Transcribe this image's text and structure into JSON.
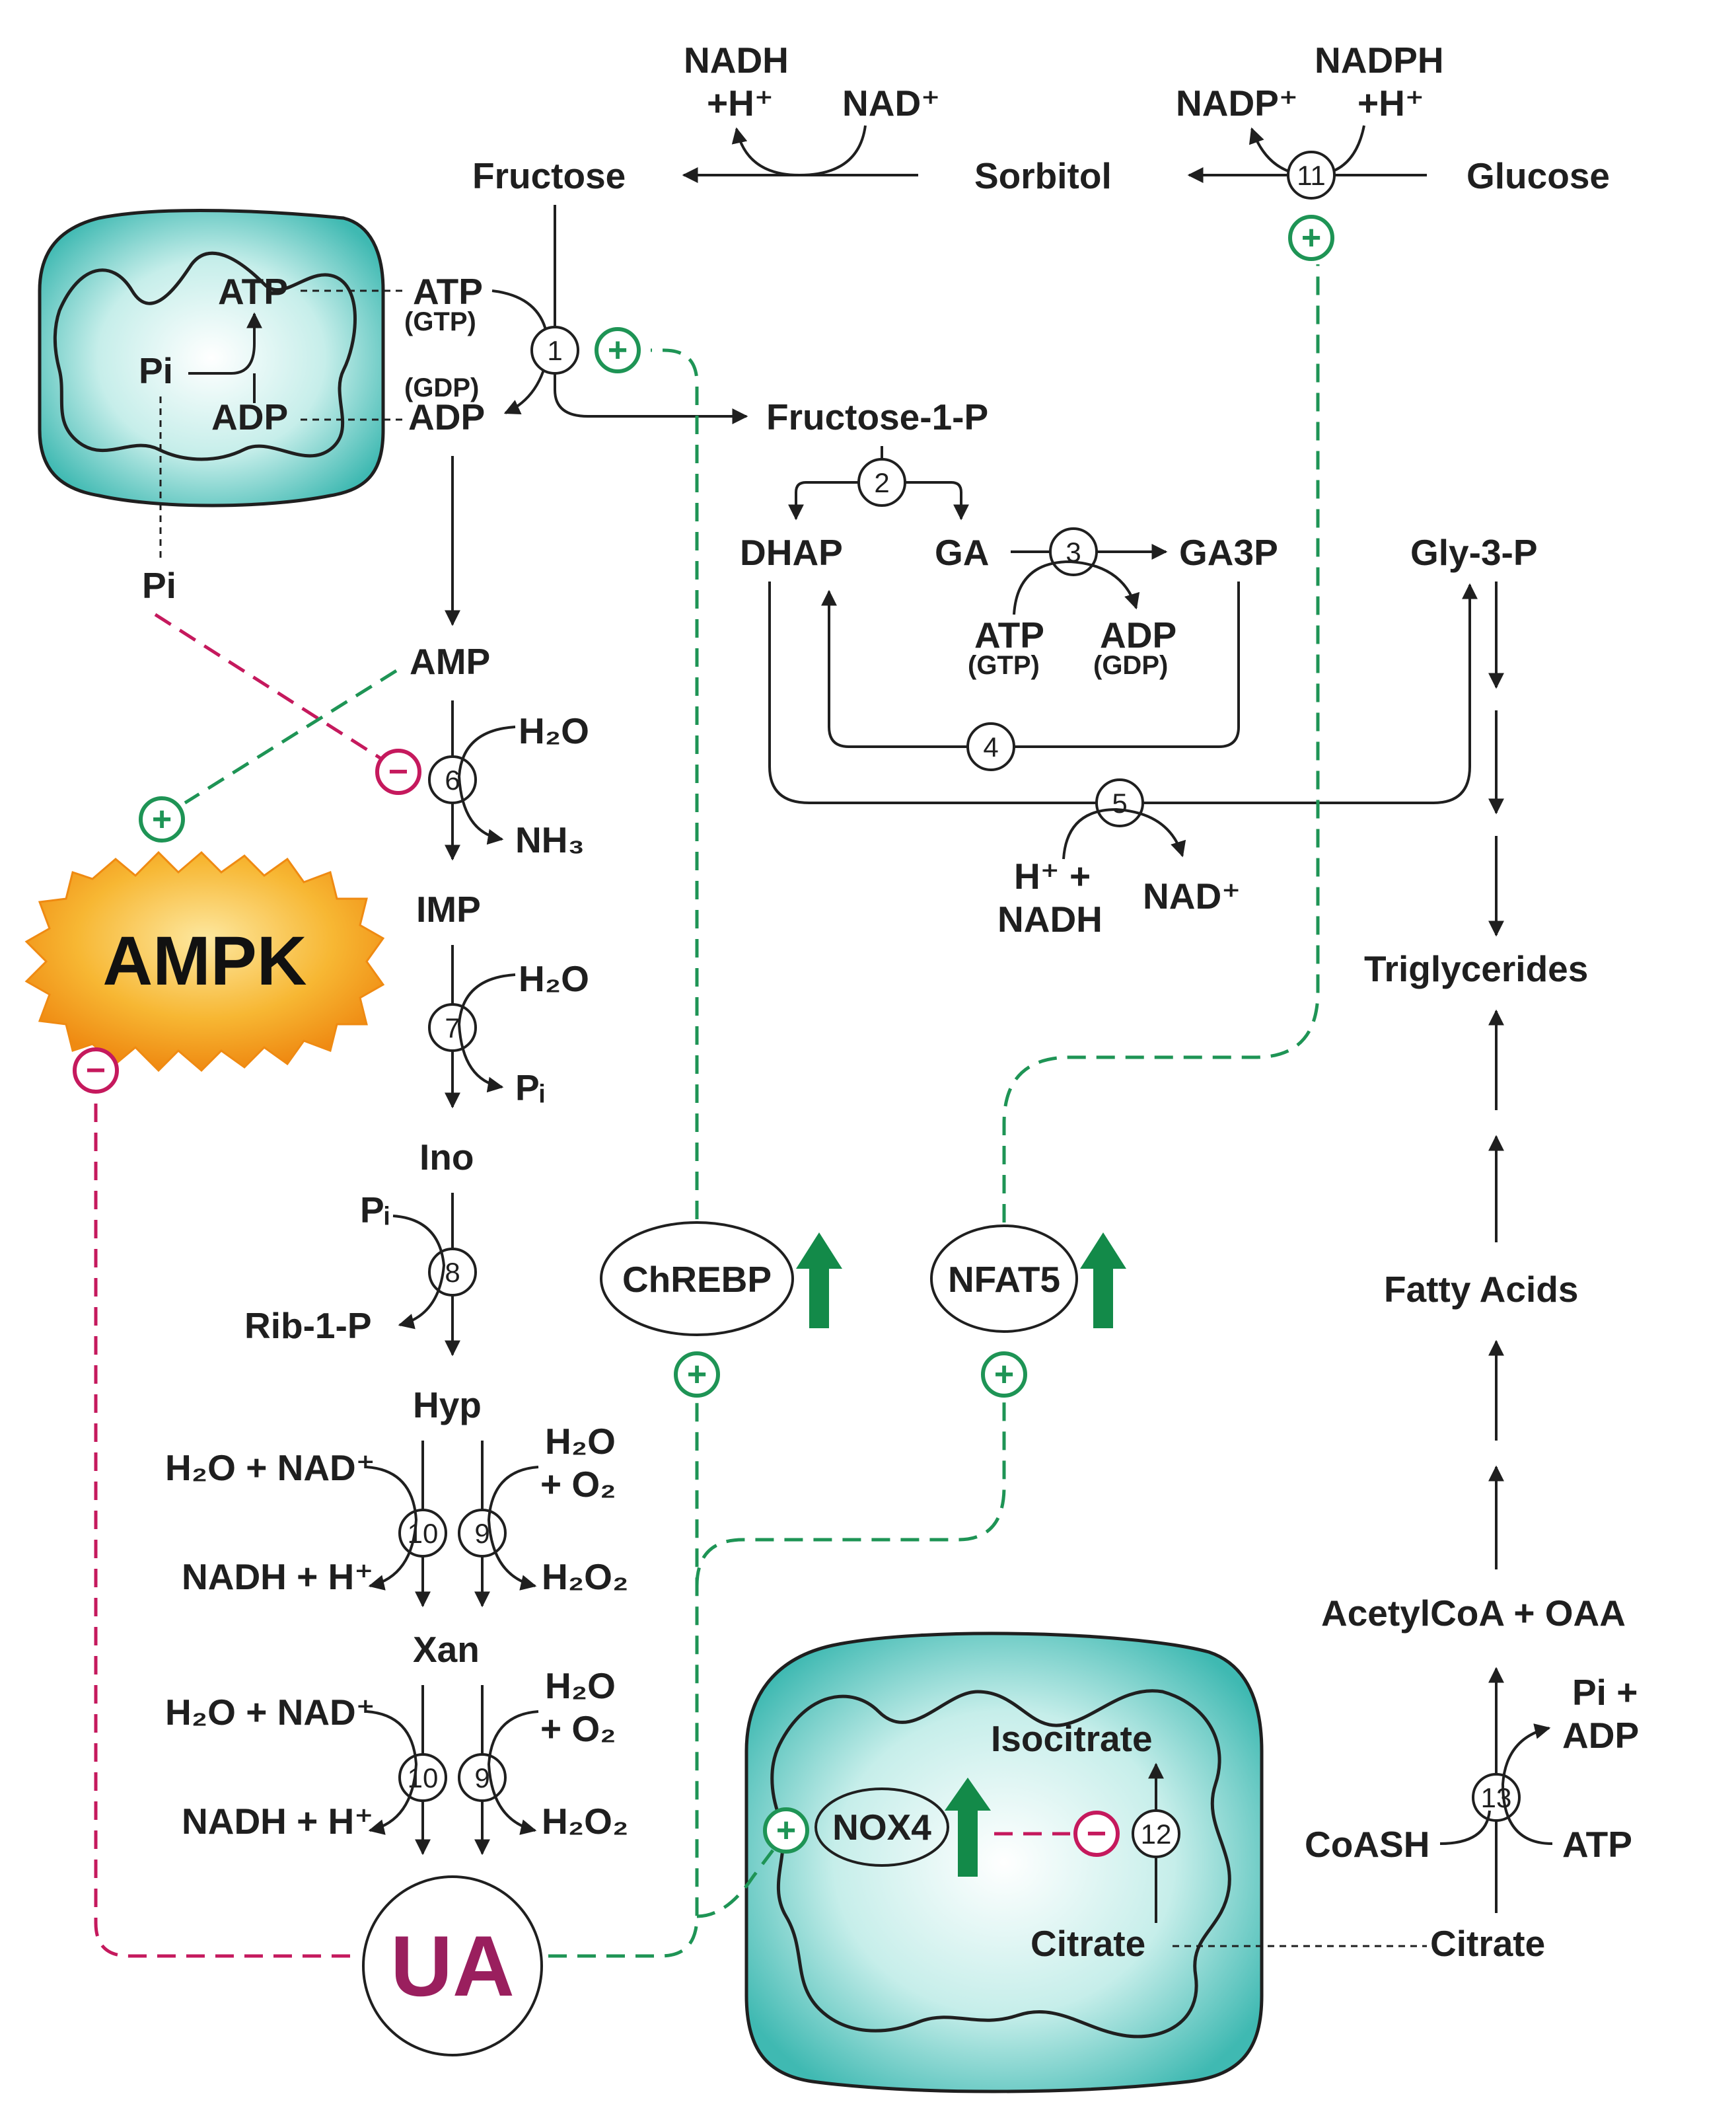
{
  "colors": {
    "activation": "#1e9455",
    "inhibition": "#c5195d",
    "mitochondria": "#3fb9b2",
    "ampk": "#f5a31c",
    "ua_text": "#9a1f5e",
    "up_arrow": "#138a49"
  },
  "metabolites": {
    "nadh_top": "NADH",
    "h_plus_top": "+H⁺",
    "nad_plus_top": "NAD⁺",
    "nadph_top": "NADPH",
    "nadp_plus_top": "NADP⁺",
    "h_plus_top2": "+H⁺",
    "fructose": "Fructose",
    "sorbitol": "Sorbitol",
    "glucose": "Glucose",
    "atp_mito": "ATP",
    "pi_mito": "Pi",
    "adp_mito": "ADP",
    "atp_1": "ATP",
    "gtp_1": "(GTP)",
    "gdp_1": "(GDP)",
    "adp_1": "ADP",
    "fructose_1_p": "Fructose-1-P",
    "dhap": "DHAP",
    "ga": "GA",
    "ga3p": "GA3P",
    "gly_3_p": "Gly-3-P",
    "atp_3": "ATP",
    "gtp_3": "(GTP)",
    "adp_3": "ADP",
    "gdp_3": "(GDP)",
    "pi_free": "Pi",
    "amp": "AMP",
    "h2o_6": "H₂O",
    "nh3": "NH₃",
    "imp": "IMP",
    "h2o_7": "H₂O",
    "pi_7": "Pᵢ",
    "ino": "Ino",
    "pi_8": "Pᵢ",
    "rib_1_p": "Rib-1-P",
    "hyp": "Hyp",
    "h2o_nad_1": "H₂O + NAD⁺",
    "h2o_9a": "H₂O",
    "o2_9a": "+ O₂",
    "nadh_h_1": "NADH + H⁺",
    "h2o2_1": "H₂O₂",
    "xan": "Xan",
    "h2o_nad_2": "H₂O + NAD⁺",
    "h2o_9b": "H₂O",
    "o2_9b": "+ O₂",
    "nadh_h_2": "NADH + H⁺",
    "h2o2_2": "H₂O₂",
    "h_nadh_5": "H⁺ +",
    "nadh_5": "NADH",
    "nad_5": "NAD⁺",
    "triglycerides": "Triglycerides",
    "fatty_acids": "Fatty Acids",
    "acetylcoa_oaa": "AcetylCoA + OAA",
    "pi_adp_13a": "Pi +",
    "pi_adp_13b": "ADP",
    "coash": "CoASH",
    "atp_13": "ATP",
    "citrate_cyto": "Citrate",
    "isocitrate": "Isocitrate",
    "citrate_mito": "Citrate"
  },
  "regulators": {
    "ampk": "AMPK",
    "chrebp": "ChREBP",
    "nfat5": "NFAT5",
    "nox4": "NOX4",
    "ua": "UA"
  },
  "steps": [
    "1",
    "2",
    "3",
    "4",
    "5",
    "6",
    "7",
    "8",
    "9",
    "9",
    "10",
    "10",
    "11",
    "12",
    "13"
  ],
  "signs": {
    "plus": "+",
    "minus": "−"
  }
}
